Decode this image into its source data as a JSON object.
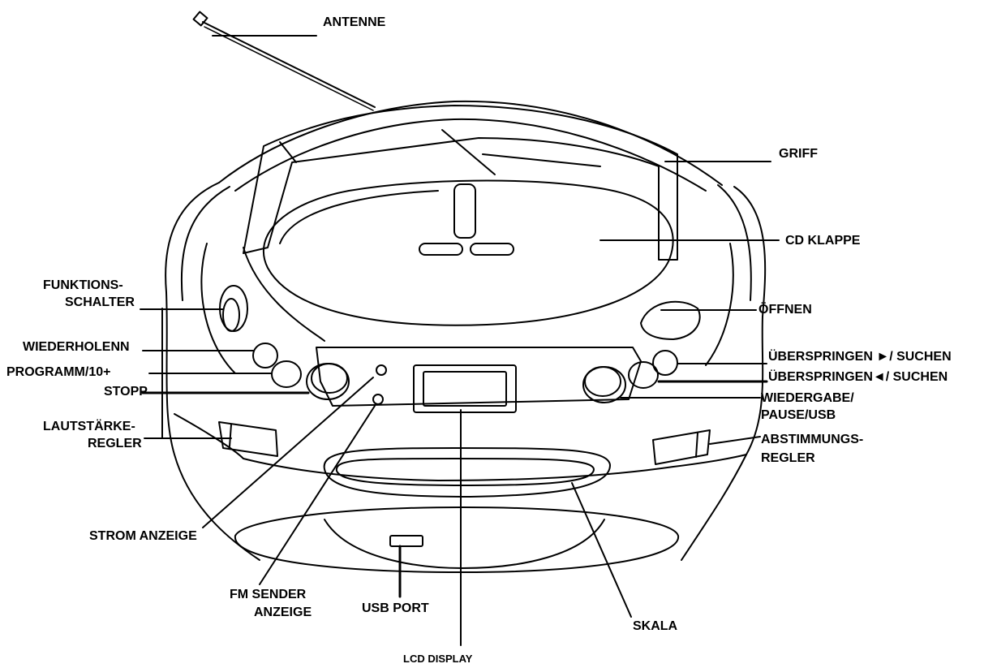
{
  "labels": {
    "antenne": "ANTENNE",
    "griff": "GRIFF",
    "cd_klappe": "CD KLAPPE",
    "oeffnen": "ÖFFNEN",
    "funktions_line1": "FUNKTIONS-",
    "funktions_line2": "SCHALTER",
    "wiederholen": "WIEDERHOLENN",
    "programm": "PROGRAMM/10+",
    "stopp": "STOPP",
    "lautstaerke_line1": "LAUTSTÄRKE-",
    "lautstaerke_line2": "REGLER",
    "skip_forward": "ÜBERSPRINGEN ►/ SUCHEN",
    "skip_back": "ÜBERSPRINGEN◄/ SUCHEN",
    "wiedergabe_line1": "WIEDERGABE/",
    "wiedergabe_line2": "PAUSE/USB",
    "abstimmung_line1": "ABSTIMMUNGS-",
    "abstimmung_line2": "REGLER",
    "strom_anzeige": "STROM ANZEIGE",
    "fm_sender_line1": "FM SENDER",
    "fm_sender_line2": "ANZEIGE",
    "usb_port": "USB PORT",
    "skala": "SKALA",
    "lcd_display": "LCD DISPLAY"
  }
}
